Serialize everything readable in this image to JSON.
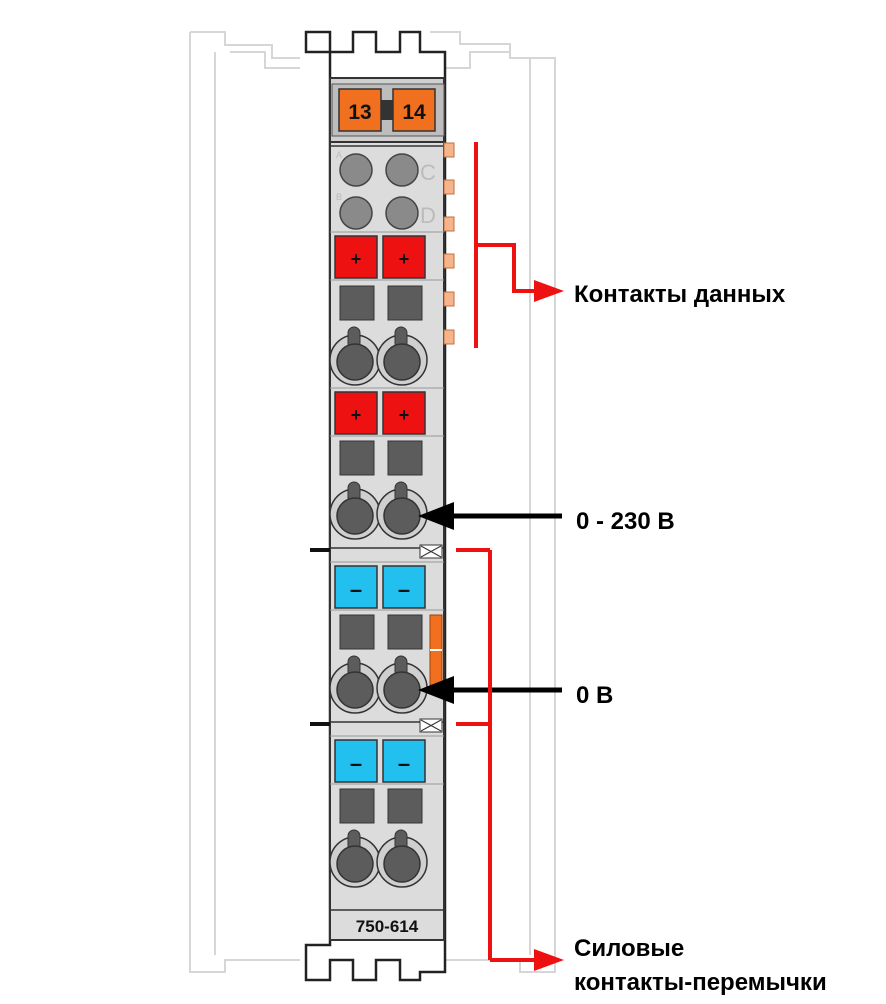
{
  "terminal_top": {
    "left": "13",
    "right": "14"
  },
  "led_markers": {
    "a": "A",
    "b": "B",
    "c": "C",
    "d": "D"
  },
  "contact_marks": {
    "plus": "+",
    "minus": "–"
  },
  "model_number": "750-614",
  "labels": {
    "data_contacts": "Контакты данных",
    "voltage_range": "0 - 230 В",
    "zero_volt": "0 В",
    "power_jumpers_line1": "Силовые",
    "power_jumpers_line2": "контакты-перемычки"
  },
  "colors": {
    "orange": "#f07020",
    "red": "#ee1111",
    "blue": "#22c0ee",
    "body": "#dcdcdc",
    "dark": "#5c5c5c",
    "grey": "#8a8a8a",
    "annotation_red": "#ee1111",
    "annotation_black": "#000000"
  }
}
